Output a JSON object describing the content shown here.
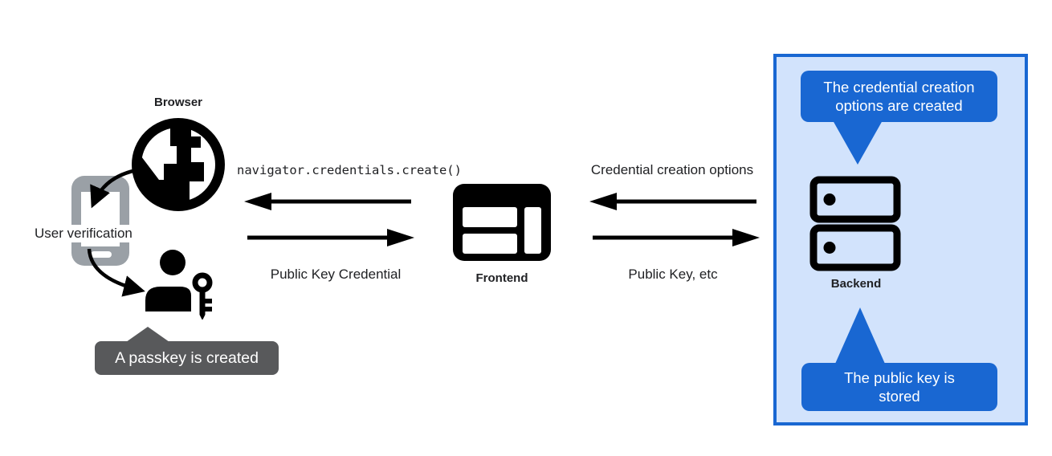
{
  "colors": {
    "background": "#ffffff",
    "accent_blue": "#1967d2",
    "panel_fill": "#d2e3fc",
    "gray_callout": "#58595b",
    "phone_gray": "#9aa0a6",
    "text": "#202124",
    "callout_text": "#ffffff",
    "icon_black": "#000000"
  },
  "left_section": {
    "browser_label": "Browser",
    "browser_icon": "globe-icon",
    "authenticator_icon": "phone-icon",
    "user_icon": "person-with-key-icon",
    "user_verification_label": "User verification",
    "passkey_callout_text": "A passkey is created"
  },
  "middle_section": {
    "frontend_label": "Frontend",
    "frontend_icon": "browser-window-icon",
    "arrow_to_browser_label": "navigator.credentials.create()",
    "arrow_to_frontend_label": "Public Key Credential"
  },
  "right_section": {
    "backend_label": "Backend",
    "backend_icon": "server-stack-icon",
    "arrow_to_frontend_label": "Credential creation options",
    "arrow_to_backend_label": "Public Key, etc",
    "top_callout": {
      "line1": "The credential creation",
      "line2": "options are created"
    },
    "bottom_callout": {
      "line1": "The public key is",
      "line2": "stored"
    }
  }
}
